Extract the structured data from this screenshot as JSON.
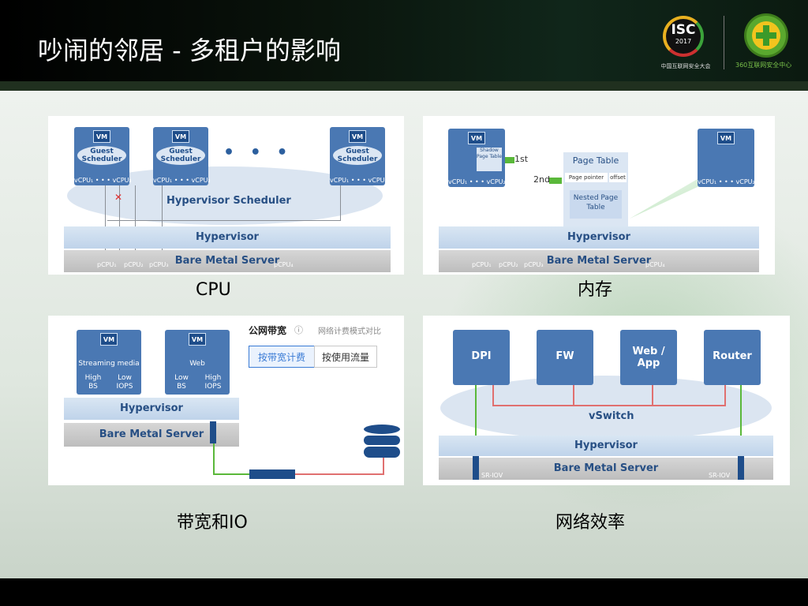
{
  "slide": {
    "title": "吵闹的邻居 - 多租户的影响",
    "logos": {
      "isc_text": "ISC",
      "isc_year": "2017",
      "isc_sub": "中国互联网安全大会",
      "brand_sub": "360互联网安全中心"
    }
  },
  "panels": {
    "cpu": {
      "caption": "CPU",
      "vm_label": "VM",
      "guest_scheduler": "Guest Scheduler",
      "vcpu_row": "vCPU₁ • • • vCPU₂",
      "hypervisor_scheduler": "Hypervisor Scheduler",
      "hypervisor": "Hypervisor",
      "bare_metal": "Bare Metal Server",
      "pcpus": [
        "pCPU₁",
        "pCPU₂",
        "pCPU₃",
        "pCPU₄"
      ],
      "dots": "• • •",
      "cross": "✕"
    },
    "memory": {
      "caption": "内存",
      "vm_label": "VM",
      "vcpu_row": "vCPU₁ • • • vCPU₂",
      "shadow_page_table": "Shadow Page Table",
      "first": "1st",
      "second": "2nd",
      "page_table": "Page Table",
      "page_pointer": "Page pointer",
      "offset": "offset",
      "nested_page_table": "Nested Page Table",
      "hypervisor": "Hypervisor",
      "bare_metal": "Bare Metal Server",
      "pcpus": [
        "pCPU₁",
        "pCPU₂",
        "pCPU₃",
        "pCPU₄"
      ]
    },
    "bandwidth": {
      "caption": "带宽和IO",
      "vm_label": "VM",
      "vm1_name": "Streaming media",
      "vm1_left": "High BS",
      "vm1_right": "Low IOPS",
      "vm2_name": "Web",
      "vm2_left": "Low BS",
      "vm2_right": "High IOPS",
      "hypervisor": "Hypervisor",
      "bare_metal": "Bare Metal Server",
      "public_bandwidth": "公网带宽",
      "info_icon": "ⓘ",
      "billing_compare": "网络计费模式对比",
      "tab_bandwidth": "按带宽计费",
      "tab_traffic": "按使用流量"
    },
    "network": {
      "caption": "网络效率",
      "boxes": [
        "DPI",
        "FW",
        "Web / App",
        "Router"
      ],
      "vswitch": "vSwitch",
      "hypervisor": "Hypervisor",
      "bare_metal": "Bare Metal Server",
      "sriov_left": "SR-IOV",
      "sriov_right": "SR-IOV"
    }
  }
}
